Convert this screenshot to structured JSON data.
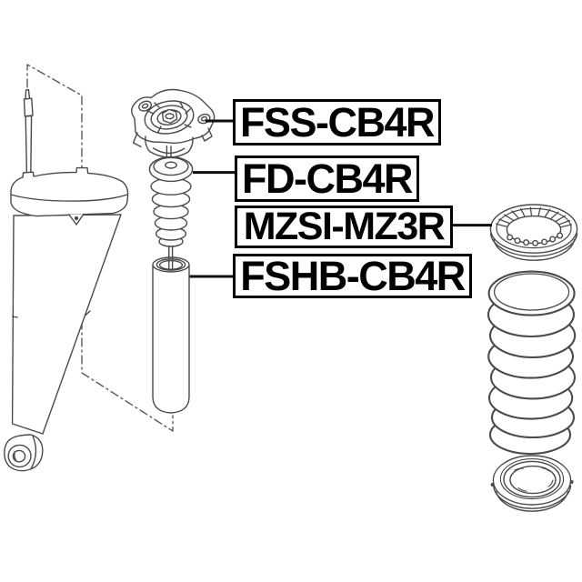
{
  "figure": {
    "kind": "exploded-suspension-parts-diagram",
    "background_color": "#ffffff",
    "artwork_line_color": "#4a4a4a",
    "callout_color": "#000000"
  },
  "callouts": {
    "fss": {
      "text": "FSS-CB4R",
      "part": "strut-mount"
    },
    "fd": {
      "text": "FD-CB4R",
      "part": "bump-stop-boot"
    },
    "mzsi": {
      "text": "MZSI-MZ3R",
      "part": "spring-seat-insulator"
    },
    "fshb": {
      "text": "FSHB-CB4R",
      "part": "dust-cover-tube"
    }
  },
  "unlabeled_parts": [
    "shock-absorber-assembly",
    "coil-spring",
    "lower-spring-seat"
  ]
}
